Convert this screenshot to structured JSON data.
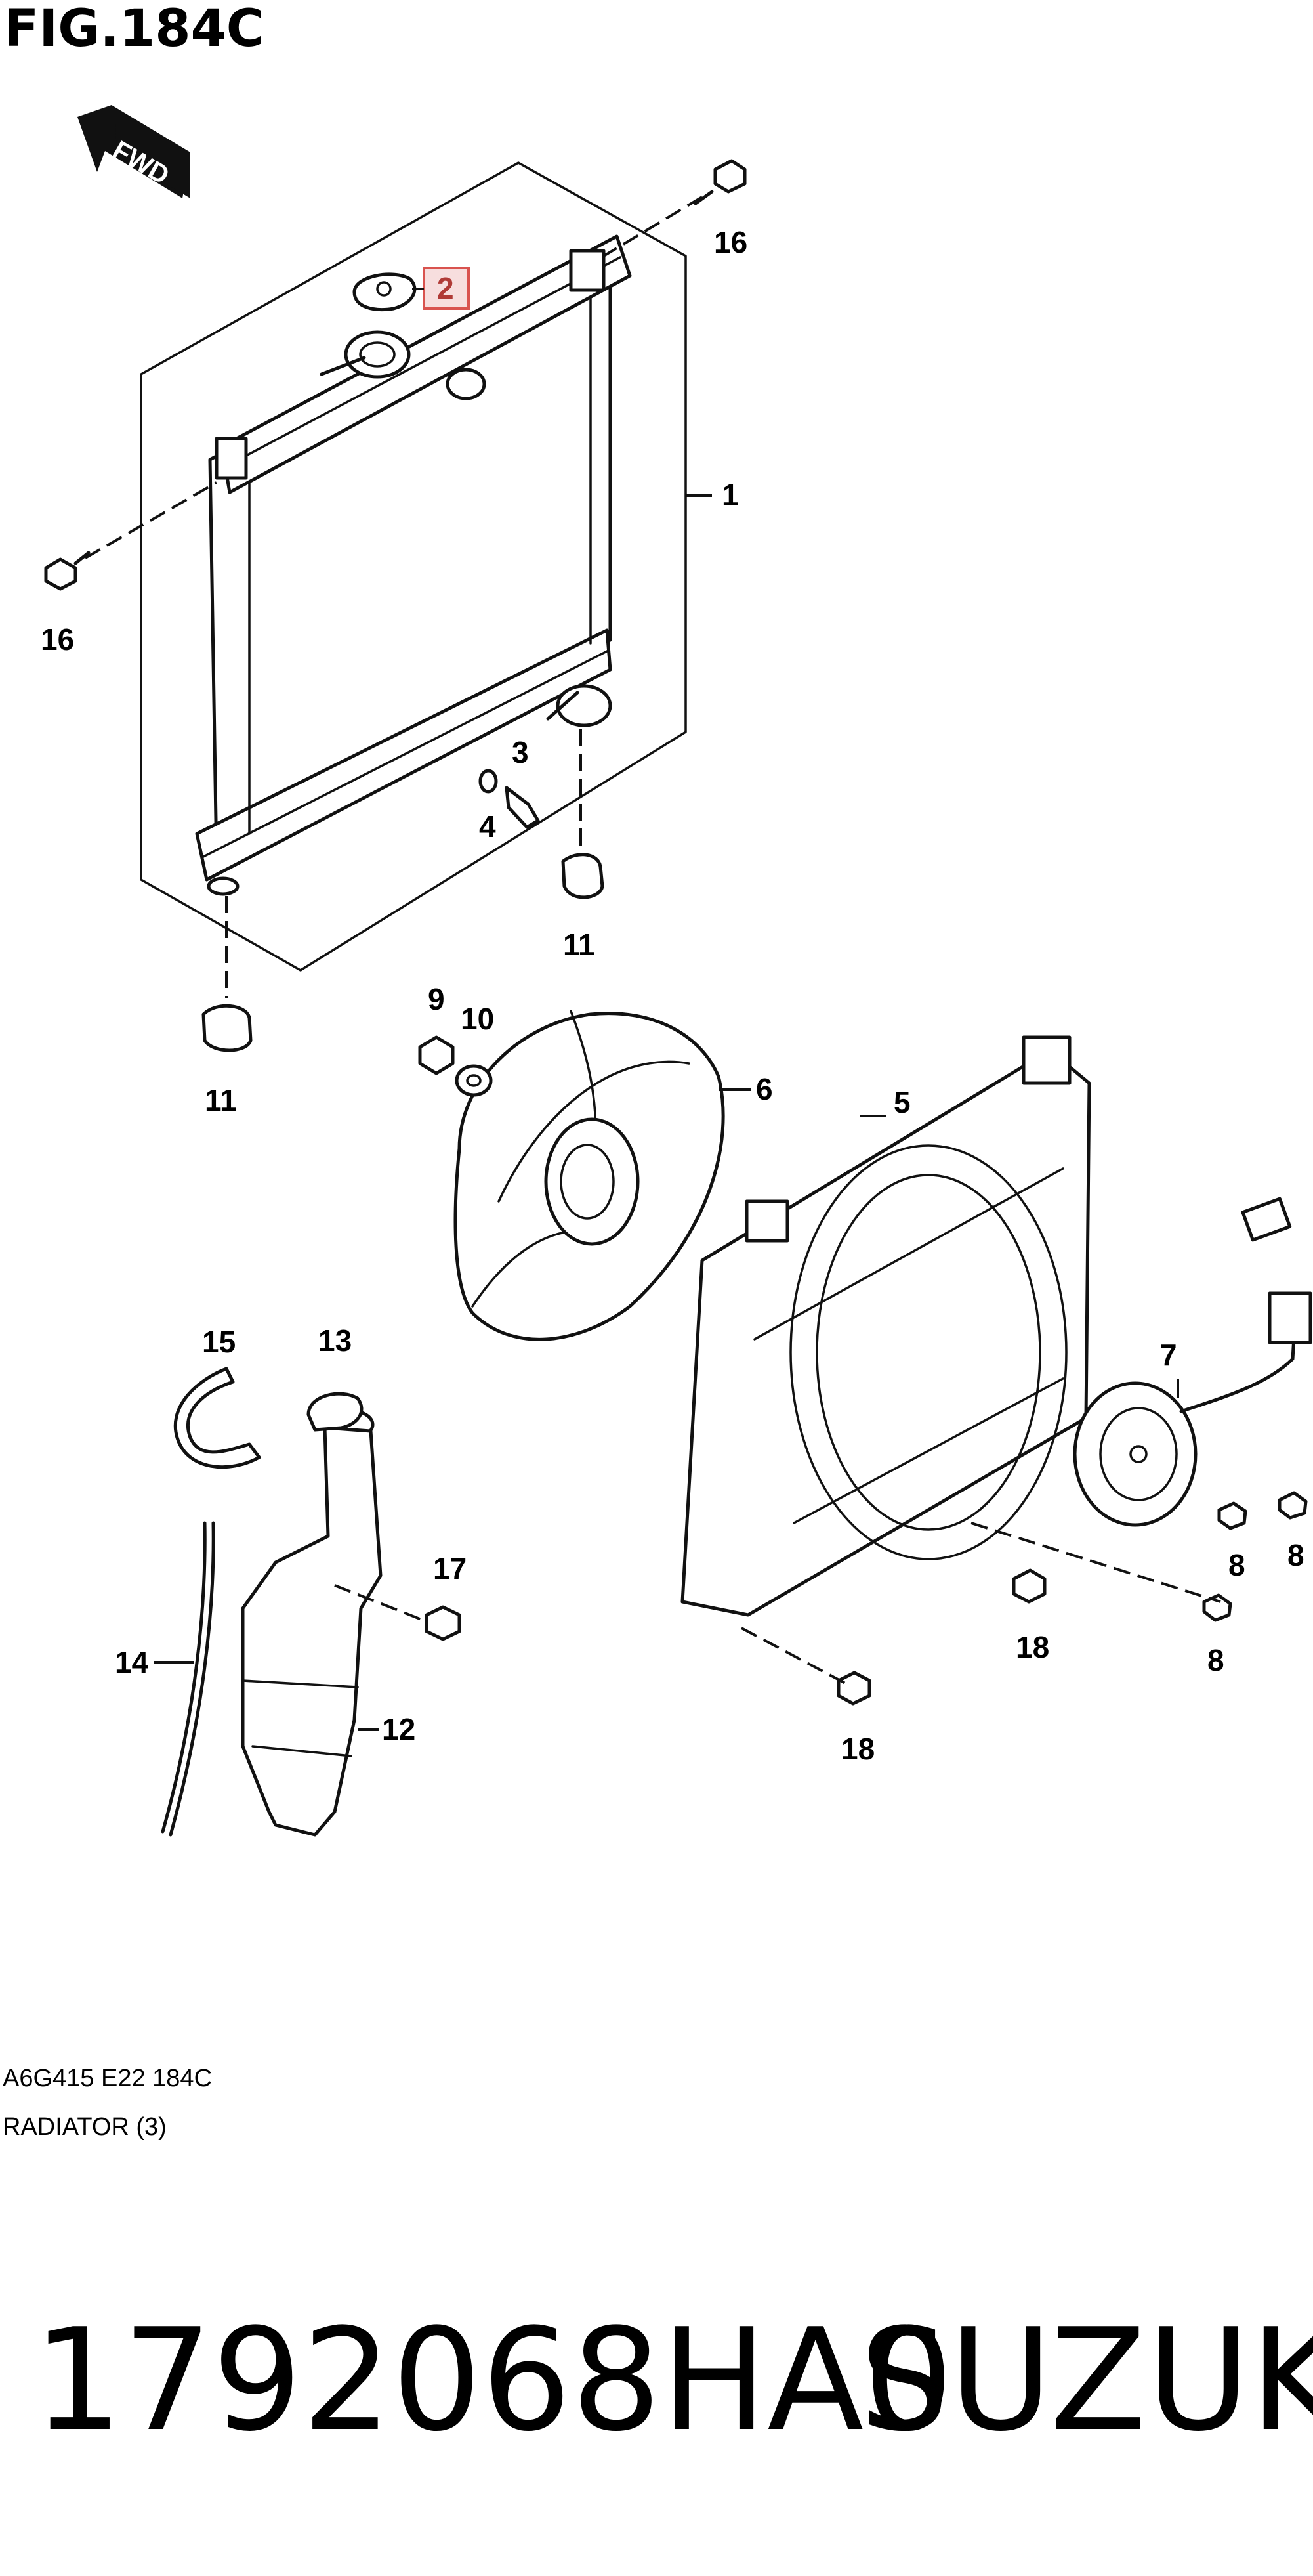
{
  "figure": {
    "title": "FIG.184C",
    "forward_label": "FWD",
    "drawing_code": "A6G415 E22 184C",
    "section_name": "RADIATOR (3)"
  },
  "callouts": {
    "c1": "1",
    "c2": "2",
    "c3": "3",
    "c4": "4",
    "c5": "5",
    "c6": "6",
    "c7": "7",
    "c8a": "8",
    "c8b": "8",
    "c8c": "8",
    "c9": "9",
    "c10": "10",
    "c11a": "11",
    "c11b": "11",
    "c12": "12",
    "c13": "13",
    "c14": "14",
    "c15": "15",
    "c16a": "16",
    "c16b": "16",
    "c17": "17",
    "c18a": "18",
    "c18b": "18"
  },
  "highlight": {
    "callout": "2",
    "color": "#d9534f",
    "fill": "#f7dede"
  },
  "footer": {
    "part_number": "1792068HA0",
    "brand": "SUZUKI"
  },
  "colors": {
    "ink": "#111111",
    "background": "#ffffff"
  }
}
